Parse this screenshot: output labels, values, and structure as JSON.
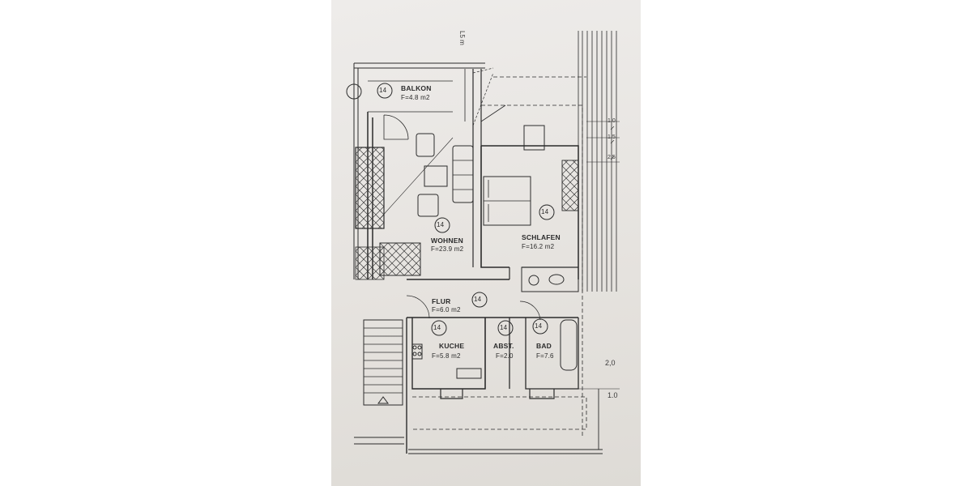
{
  "rooms": [
    {
      "id": "balkon",
      "name": "BALKON",
      "area": "F=4.8  m2",
      "num": "14"
    },
    {
      "id": "wohnen",
      "name": "WOHNEN",
      "area": "F=23.9  m2",
      "num": "14"
    },
    {
      "id": "schlafen",
      "name": "SCHLAFEN",
      "area": "F=16.2  m2",
      "num": "14"
    },
    {
      "id": "flur",
      "name": "FLUR",
      "area": "F=6.0  m2",
      "num": "14"
    },
    {
      "id": "kuche",
      "name": "KUCHE",
      "area": "F=5.8  m2",
      "num": "14"
    },
    {
      "id": "abst",
      "name": "ABST.",
      "area": "F=2.0",
      "num": "14"
    },
    {
      "id": "bad",
      "name": "BAD",
      "area": "F=7.6",
      "num": "14"
    }
  ],
  "dimensions": {
    "top_vertical": "L5 m",
    "right_1": "1.0",
    "right_2": "1.5",
    "right_3": "2.5",
    "right_lower_1": "2,0",
    "right_lower_2": "1.0"
  },
  "colors": {
    "paper": "#e8e5e1",
    "ink": "#2b2b2b"
  }
}
